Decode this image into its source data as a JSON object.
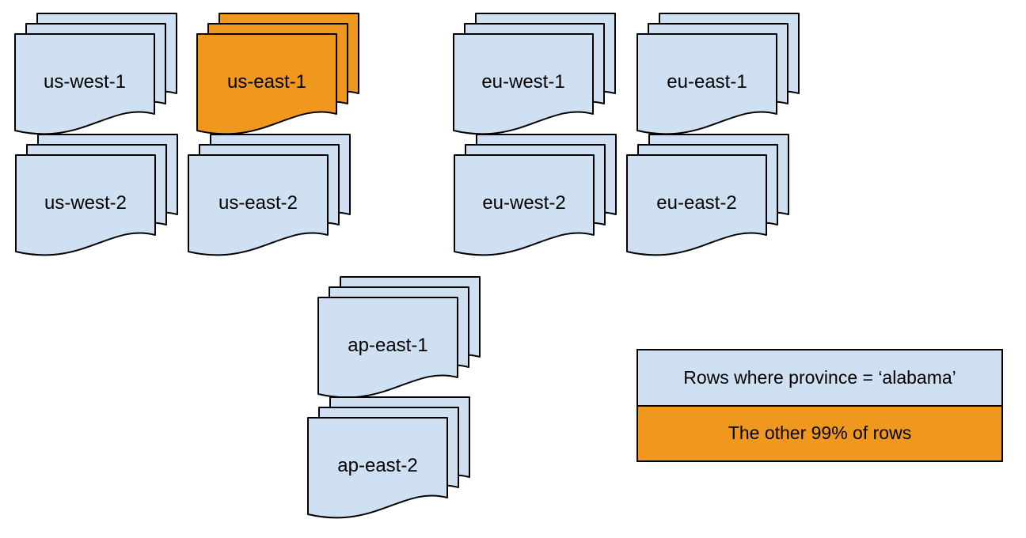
{
  "colors": {
    "region_default_fill": "#cfe0f2",
    "region_highlight_fill": "#f0981d",
    "outline": "#000000",
    "background": "#ffffff",
    "text": "#000000"
  },
  "regions": [
    {
      "id": "us-west-1",
      "label": "us-west-1",
      "highlighted": false
    },
    {
      "id": "us-east-1",
      "label": "us-east-1",
      "highlighted": true
    },
    {
      "id": "eu-west-1",
      "label": "eu-west-1",
      "highlighted": false
    },
    {
      "id": "eu-east-1",
      "label": "eu-east-1",
      "highlighted": false
    },
    {
      "id": "us-west-2",
      "label": "us-west-2",
      "highlighted": false
    },
    {
      "id": "us-east-2",
      "label": "us-east-2",
      "highlighted": false
    },
    {
      "id": "eu-west-2",
      "label": "eu-west-2",
      "highlighted": false
    },
    {
      "id": "eu-east-2",
      "label": "eu-east-2",
      "highlighted": false
    },
    {
      "id": "ap-east-1",
      "label": "ap-east-1",
      "highlighted": false
    },
    {
      "id": "ap-east-2",
      "label": "ap-east-2",
      "highlighted": false
    }
  ],
  "legend": {
    "items": [
      {
        "label": "Rows where province = ‘alabama’",
        "swatch": "default"
      },
      {
        "label": "The other 99% of rows",
        "swatch": "highlight"
      }
    ]
  }
}
